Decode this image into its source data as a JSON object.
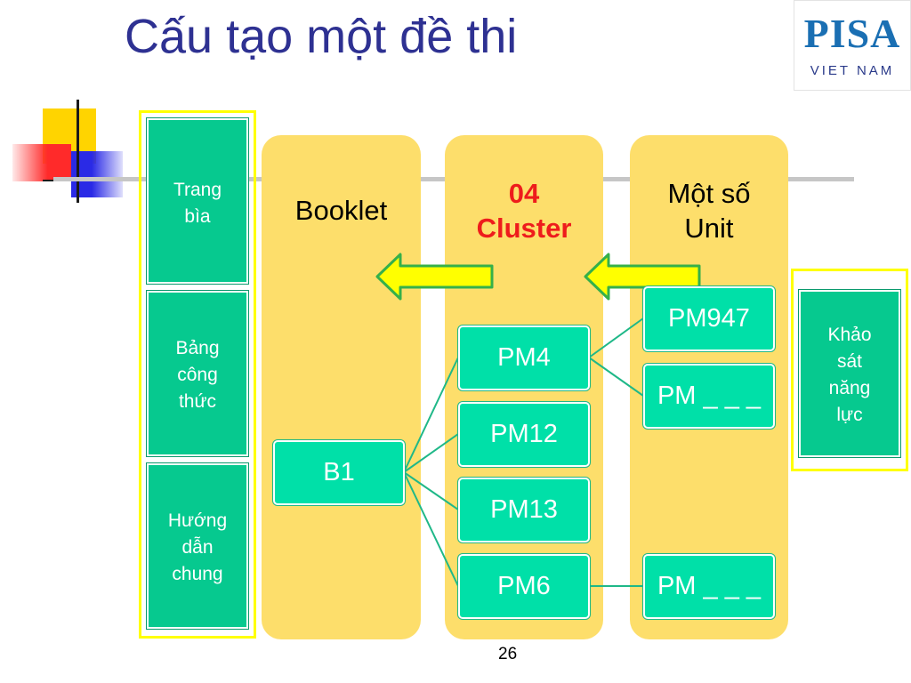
{
  "title": "Cấu tạo một đề thi",
  "logo": {
    "main": "PISA",
    "sub": "VIET NAM"
  },
  "left_panel": {
    "items": [
      {
        "lines": [
          "Trang",
          "bìa"
        ]
      },
      {
        "lines": [
          "Bảng",
          "công",
          "thức"
        ]
      },
      {
        "lines": [
          "Hướng",
          "dẫn",
          "chung"
        ]
      }
    ]
  },
  "columns": {
    "booklet": {
      "title": "Booklet"
    },
    "cluster": {
      "title_line1": "04",
      "title_line2": "Cluster"
    },
    "unit": {
      "title_line1": "Một số",
      "title_line2": "Unit"
    }
  },
  "nodes": {
    "b1": "B1",
    "pm4": "PM4",
    "pm12": "PM12",
    "pm13": "PM13",
    "pm6": "PM6",
    "pm947": "PM947",
    "pm_blank_1": "PM _ _ _",
    "pm_blank_2": "PM _ _ _"
  },
  "right_panel": {
    "lines": [
      "Khảo",
      "sát",
      "năng",
      "lực"
    ]
  },
  "page_number": "26",
  "colors": {
    "title": "#2e3192",
    "column_fill": "#fdde6b",
    "node_fill": "#00e0a8",
    "panel_fill": "#06c98f",
    "frame": "#ffff00",
    "arrow": "#ffff00",
    "cluster_title": "#ee1c1c"
  }
}
